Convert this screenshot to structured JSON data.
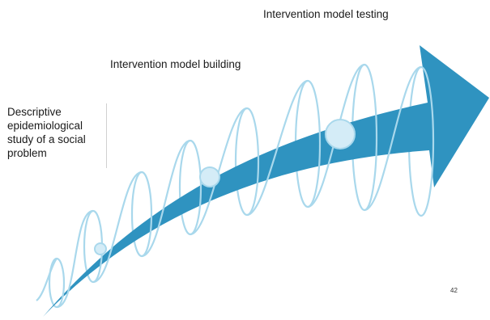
{
  "stages": {
    "descriptive": {
      "lines": [
        "Descriptive",
        "epidemiological",
        "study of a social",
        "problem"
      ]
    },
    "building": "Intervention model building",
    "testing": "Intervention model testing"
  },
  "page_number": "42",
  "colors": {
    "arrow": "#2f93c0",
    "spiral": "#a9d8ec",
    "bubble_fill": "#d4ecf7",
    "bubble_stroke": "#a9d8ec",
    "text": "#1a1a1a",
    "divider": "#d0d0d0"
  }
}
